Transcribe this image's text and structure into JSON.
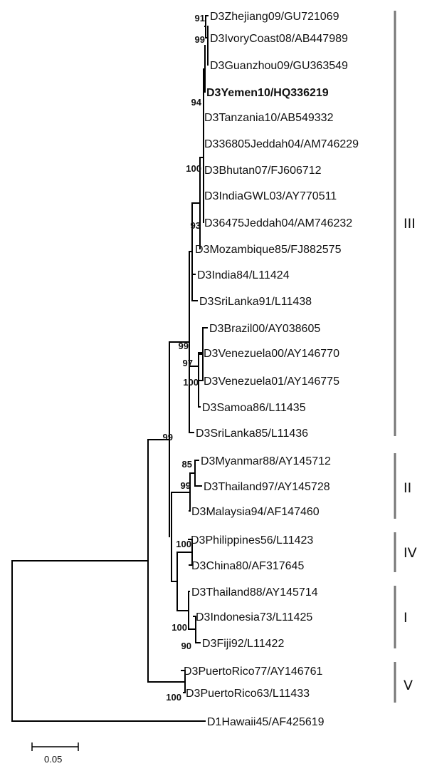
{
  "taxa": [
    {
      "label": "D3Zhejiang09/GU721069",
      "highlight": false
    },
    {
      "label": "D3IvoryCoast08/AB447989",
      "highlight": false
    },
    {
      "label": "D3Guanzhou09/GU363549",
      "highlight": false
    },
    {
      "label": "D3Yemen10/HQ336219",
      "highlight": true
    },
    {
      "label": "D3Tanzania10/AB549332",
      "highlight": false
    },
    {
      "label": "D336805Jeddah04/AM746229",
      "highlight": false
    },
    {
      "label": "D3Bhutan07/FJ606712",
      "highlight": false
    },
    {
      "label": "D3IndiaGWL03/AY770511",
      "highlight": false
    },
    {
      "label": "D36475Jeddah04/AM746232",
      "highlight": false
    },
    {
      "label": "D3Mozambique85/FJ882575",
      "highlight": false
    },
    {
      "label": "D3India84/L11424",
      "highlight": false
    },
    {
      "label": "D3SriLanka91/L11438",
      "highlight": false
    },
    {
      "label": "D3Brazil00/AY038605",
      "highlight": false
    },
    {
      "label": "D3Venezuela00/AY146770",
      "highlight": false
    },
    {
      "label": "D3Venezuela01/AY146775",
      "highlight": false
    },
    {
      "label": "D3Samoa86/L11435",
      "highlight": false
    },
    {
      "label": "D3SriLanka85/L11436",
      "highlight": false
    },
    {
      "label": "D3Myanmar88/AY145712",
      "highlight": false
    },
    {
      "label": "D3Thailand97/AY145728",
      "highlight": false
    },
    {
      "label": "D3Malaysia94/AF147460",
      "highlight": false
    },
    {
      "label": "D3Philippines56/L11423",
      "highlight": false
    },
    {
      "label": "D3China80/AF317645",
      "highlight": false
    },
    {
      "label": "D3Thailand88/AY145714",
      "highlight": false
    },
    {
      "label": "D3Indonesia73/L11425",
      "highlight": false
    },
    {
      "label": "D3Fiji92/L11422",
      "highlight": false
    },
    {
      "label": "D3PuertoRico77/AY146761",
      "highlight": false
    },
    {
      "label": "D3PuertoRico63/L11433",
      "highlight": false
    },
    {
      "label": "D1Hawaii45/AF425619",
      "highlight": false
    }
  ],
  "bootstrap_values": [
    "91",
    "99",
    "94",
    "100",
    "93",
    "99",
    "97",
    "100",
    "99",
    "85",
    "99",
    "100",
    "100",
    "90",
    "100"
  ],
  "genotypes": [
    "III",
    "II",
    "IV",
    "I",
    "V"
  ],
  "scale": {
    "value": 0.05,
    "label": "0.05"
  }
}
